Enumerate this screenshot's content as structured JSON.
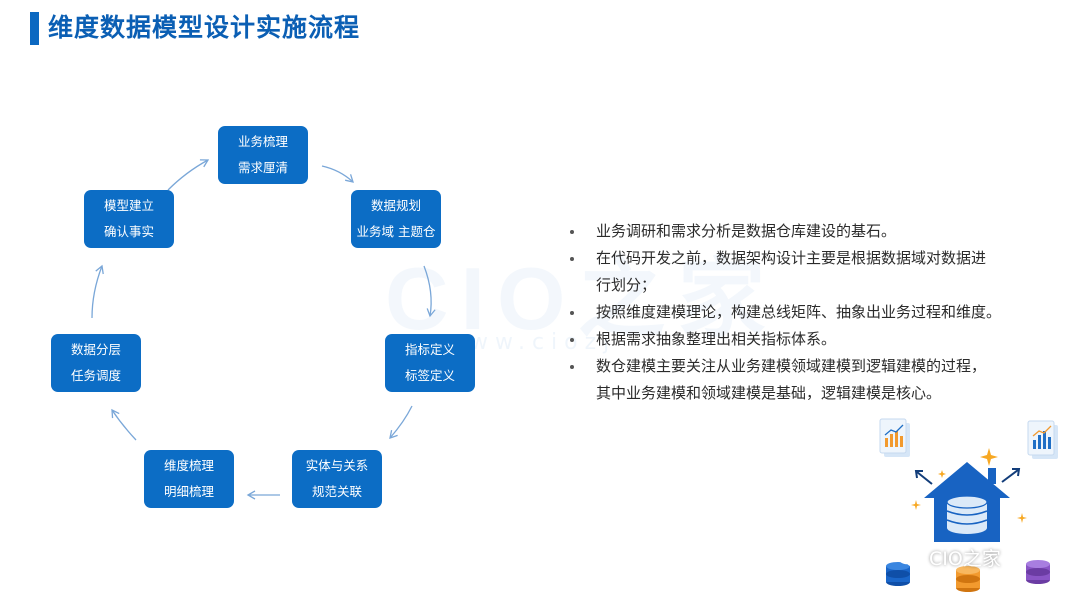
{
  "header": {
    "title": "维度数据模型设计实施流程"
  },
  "watermark": {
    "brand": "CIO之家",
    "url": "www.ciozj"
  },
  "cycle": {
    "nodes": [
      {
        "line1": "业务梳理",
        "line2": "需求厘清"
      },
      {
        "line1": "数据规划",
        "line2": "业务域 主题仓"
      },
      {
        "line1": "指标定义",
        "line2": "标签定义"
      },
      {
        "line1": "实体与关系",
        "line2": "规范关联"
      },
      {
        "line1": "维度梳理",
        "line2": "明细梳理"
      },
      {
        "line1": "数据分层",
        "line2": "任务调度"
      },
      {
        "line1": "模型建立",
        "line2": "确认事实"
      }
    ]
  },
  "bullets": [
    {
      "text": "业务调研和需求分析是数据仓库建设的基石。"
    },
    {
      "text": "在代码开发之前，数据架构设计主要是根据数据域对数据进",
      "text2": "行划分；"
    },
    {
      "text": "按照维度建模理论，构建总线矩阵、抽象出业务过程和维度。"
    },
    {
      "text": "根据需求抽象整理出相关指标体系。"
    },
    {
      "text": "数仓建模主要关注从业务建模领域建模到逻辑建模的过程，",
      "text2": "其中业务建模和领域建模是基础，逻辑建模是核心。"
    }
  ],
  "footer": {
    "wechat_label": "CIO之家"
  },
  "colors": {
    "accent": "#0c6dc5",
    "title": "#0b5fb4",
    "arrow": "#7aa7d8"
  }
}
